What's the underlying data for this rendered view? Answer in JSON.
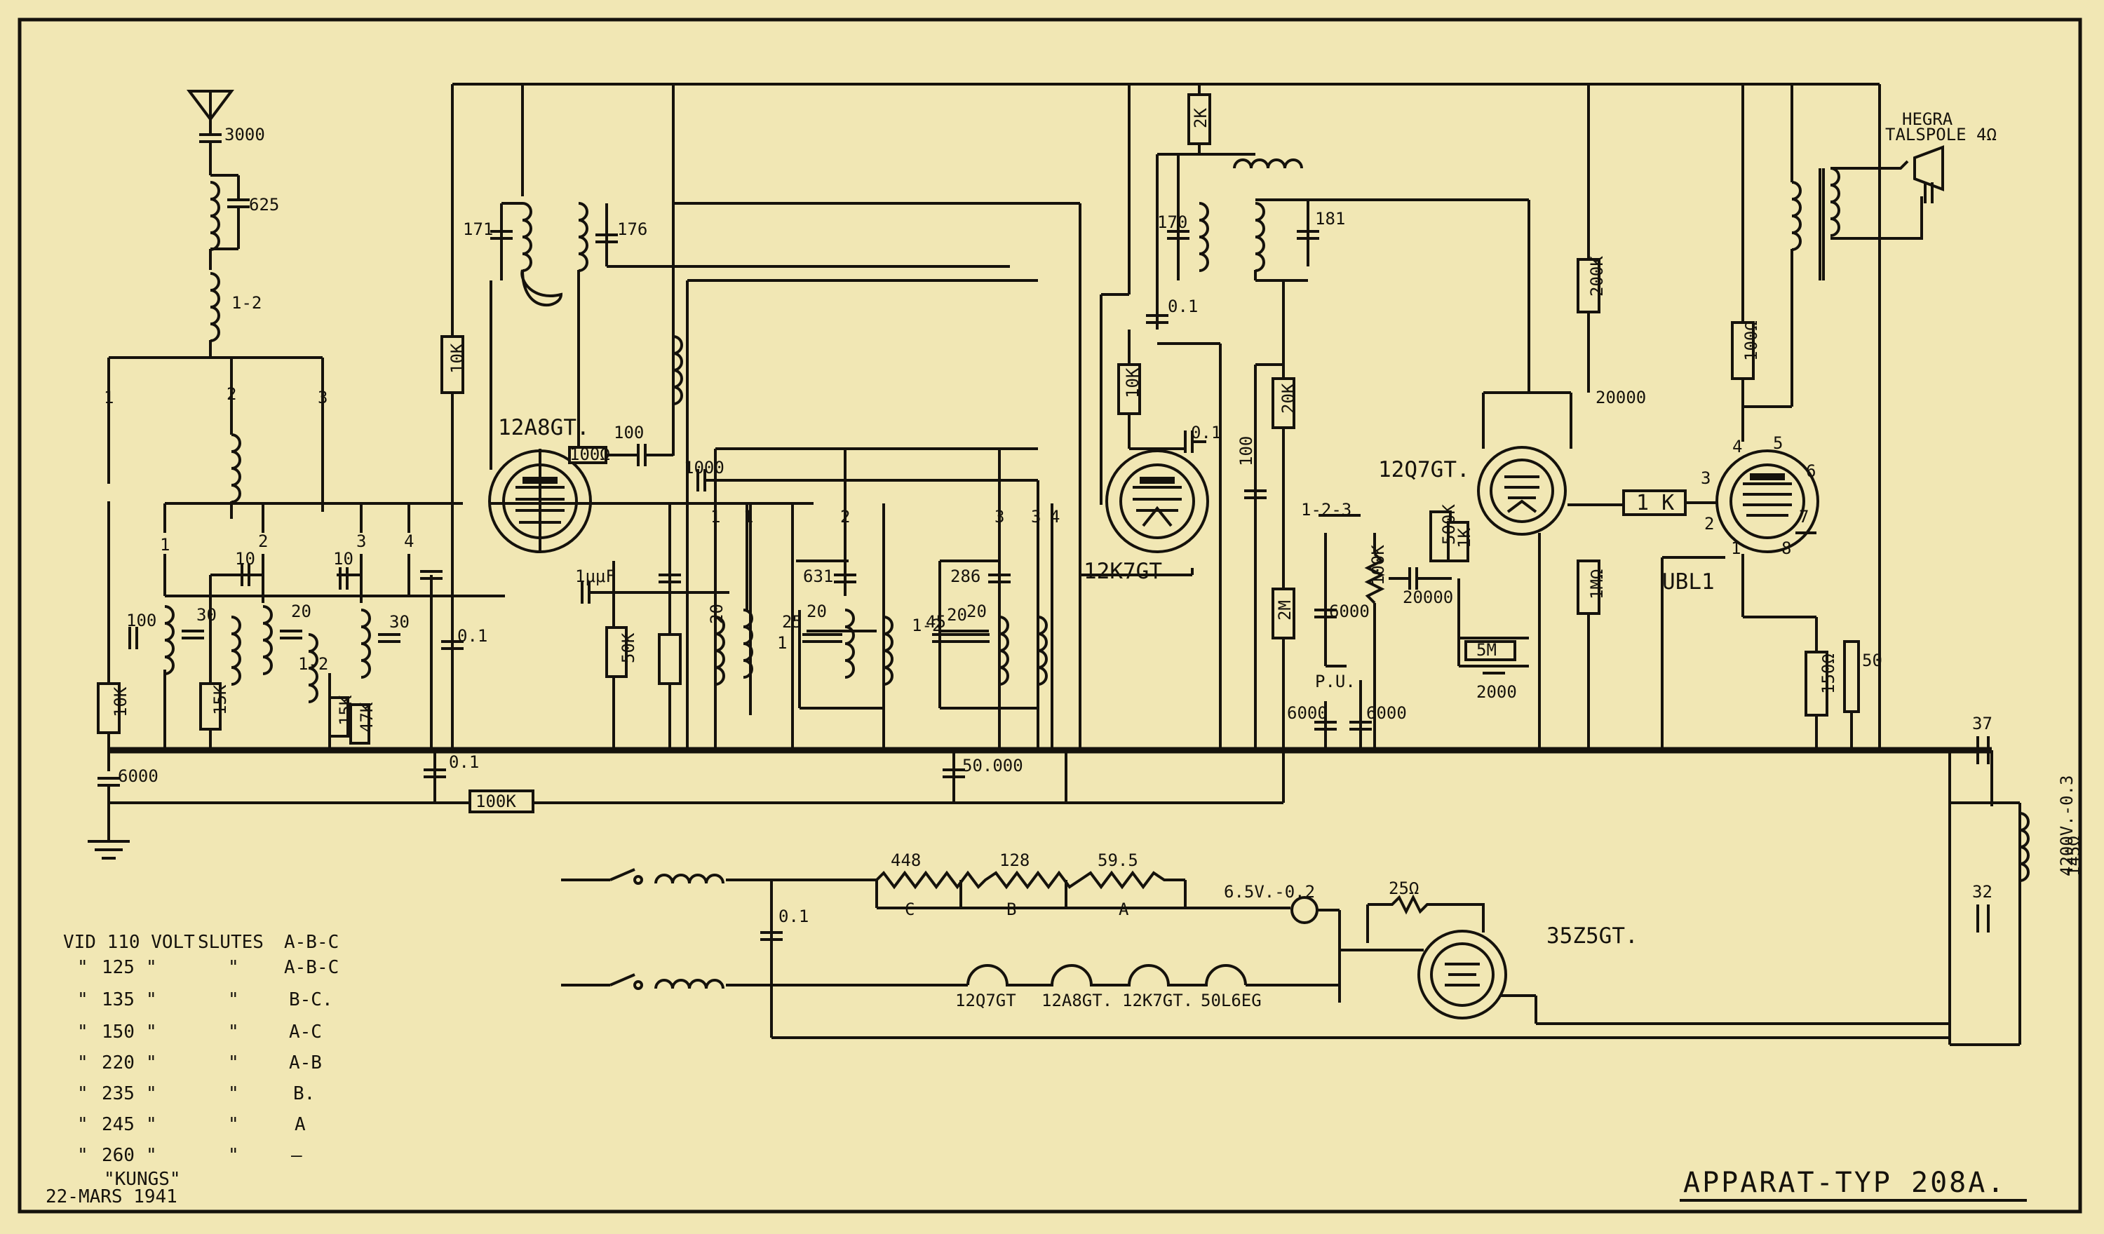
{
  "title": "APPARAT-TYP 208A.",
  "date_block": {
    "brand": "\"KUNGS\"",
    "date": "22-MARS 1941"
  },
  "tubes": [
    "12A8GT.",
    "12K7GT",
    "12Q7GT.",
    "UBL1",
    "35Z5GT."
  ],
  "speaker": {
    "label_1": "HEGRA",
    "label_2": "TALSPOLE 4Ω"
  },
  "labels": {
    "c3000": "3000",
    "c625": "625",
    "sw12": "1-2",
    "p1": "1",
    "p2": "2",
    "p3": "3",
    "p4": "4",
    "c100": "100",
    "c10a": "10",
    "c10b": "10",
    "c30a": "30",
    "c20": "20",
    "c30b": "30",
    "c01a": "0.1",
    "c12": "1-2",
    "r10k": "10K",
    "r15k": "15K",
    "r15k2": "15K",
    "r47k": "47K",
    "c6000": "6000",
    "c171": "171",
    "c176": "176",
    "r10k2": "10K",
    "r100ohm": "100Ω",
    "c100b": "100",
    "c1000": "1000",
    "c1mmf": "1μμF",
    "r50k": "50K",
    "c20b": "20",
    "b1": "1",
    "b2": "2",
    "b3": "3",
    "b4": "4",
    "b1b": "1",
    "b2b": "2",
    "b3b": "3",
    "c631": "631",
    "c25": "25",
    "c20c": "20",
    "c286": "286",
    "c45": "45",
    "c20d": "20",
    "c20e": "20",
    "c12b": "1-2",
    "b1c": "1",
    "c01b": "0.1",
    "r100k": "100K",
    "c50000": "50.000",
    "r2k": "2K",
    "c170": "170",
    "c01c": "0.1",
    "r10k3": "10K",
    "c01d": "0.1",
    "c181": "181",
    "r20k": "20K",
    "c100c": "100",
    "r2m": "2M",
    "sw123": "1-2-3",
    "pot100k": "100K",
    "c6000b": "6000",
    "c20000": "20000",
    "pu": "P.U.",
    "c6000c": "6000",
    "c6000d": "6000",
    "r500k": "500K",
    "r1k": "1K",
    "r5m": "5M",
    "c2000": "2000",
    "r200k": "200K",
    "c20000b": "20000",
    "r1m": "1MΩ",
    "r1k2": "1 K",
    "r100ohm2": "100Ω",
    "pin3": "3",
    "pin4": "4",
    "pin5": "5",
    "pin6": "6",
    "pin7": "7",
    "pin2": "2",
    "pin1": "1",
    "pin8": "8",
    "r150": "150Ω",
    "c50": "50",
    "c37": "37",
    "c32": "32",
    "choke": "4200V.-0.3",
    "choke2": "145Ω",
    "r448": "448",
    "r128": "128",
    "r595": "59.5",
    "tC": "C",
    "tB": "B",
    "tA": "A",
    "c01e": "0.1",
    "lamp": "6.5V.-0.2",
    "r25": "25Ω",
    "h1": "12Q7GT",
    "h2": "12A8GT.",
    "h3": "12K7GT.",
    "h4": "50L6EG"
  },
  "voltage_table": {
    "header": {
      "c1": "VID 110 VOLT",
      "c2": "SLUTES",
      "c3": "A-B-C"
    },
    "rows": [
      {
        "q1": "\"",
        "v": "125",
        "q2": "\"",
        "q3": "\"",
        "t": "A-B-C"
      },
      {
        "q1": "\"",
        "v": "135",
        "q2": "\"",
        "q3": "\"",
        "t": "B-C."
      },
      {
        "q1": "\"",
        "v": "150",
        "q2": "\"",
        "q3": "\"",
        "t": "A-C"
      },
      {
        "q1": "\"",
        "v": "220",
        "q2": "\"",
        "q3": "\"",
        "t": "A-B"
      },
      {
        "q1": "\"",
        "v": "235",
        "q2": "\"",
        "q3": "\"",
        "t": "B."
      },
      {
        "q1": "\"",
        "v": "245",
        "q2": "\"",
        "q3": "\"",
        "t": "A"
      },
      {
        "q1": "\"",
        "v": "260",
        "q2": "\"",
        "q3": "\"",
        "t": "—"
      }
    ]
  }
}
